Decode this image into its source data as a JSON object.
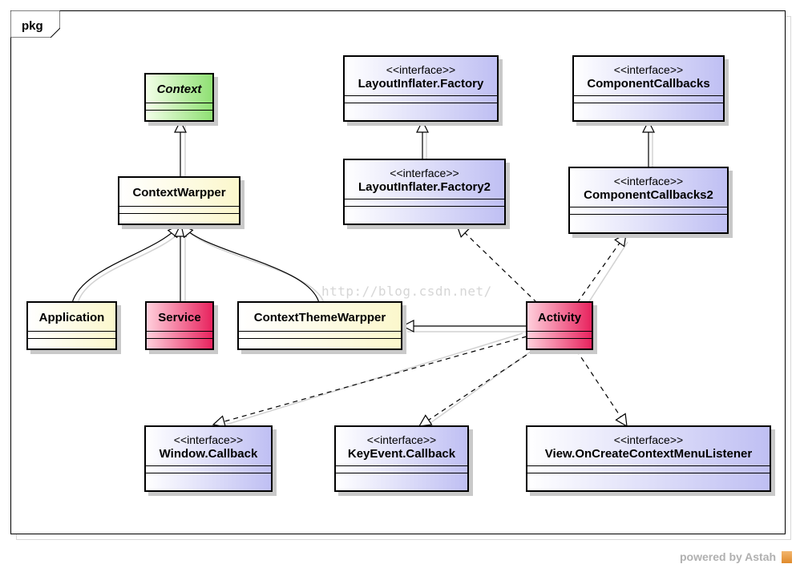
{
  "package": {
    "label": "pkg"
  },
  "watermark": "http://blog.csdn.net/",
  "footer": {
    "powered_by": "powered by Astah"
  },
  "colors": {
    "abstract_class": "#8fe073",
    "class_yellow": "#fbf7cc",
    "class_pink": "#e8235e",
    "interface_blue": "#bfbff3"
  },
  "classes": {
    "context": {
      "name": "Context"
    },
    "context_wrapper": {
      "name": "ContextWarpper"
    },
    "application": {
      "name": "Application"
    },
    "service": {
      "name": "Service"
    },
    "context_theme_wrapper": {
      "name": "ContextThemeWarpper"
    },
    "activity": {
      "name": "Activity"
    },
    "layout_inflater_factory": {
      "stereotype": "<<interface>>",
      "name": "LayoutInflater.Factory"
    },
    "layout_inflater_factory2": {
      "stereotype": "<<interface>>",
      "name": "LayoutInflater.Factory2"
    },
    "component_callbacks": {
      "stereotype": "<<interface>>",
      "name": "ComponentCallbacks"
    },
    "component_callbacks2": {
      "stereotype": "<<interface>>",
      "name": "ComponentCallbacks2"
    },
    "window_callback": {
      "stereotype": "<<interface>>",
      "name": "Window.Callback"
    },
    "keyevent_callback": {
      "stereotype": "<<interface>>",
      "name": "KeyEvent.Callback"
    },
    "view_context_menu_listener": {
      "stereotype": "<<interface>>",
      "name": "View.OnCreateContextMenuListener"
    }
  }
}
